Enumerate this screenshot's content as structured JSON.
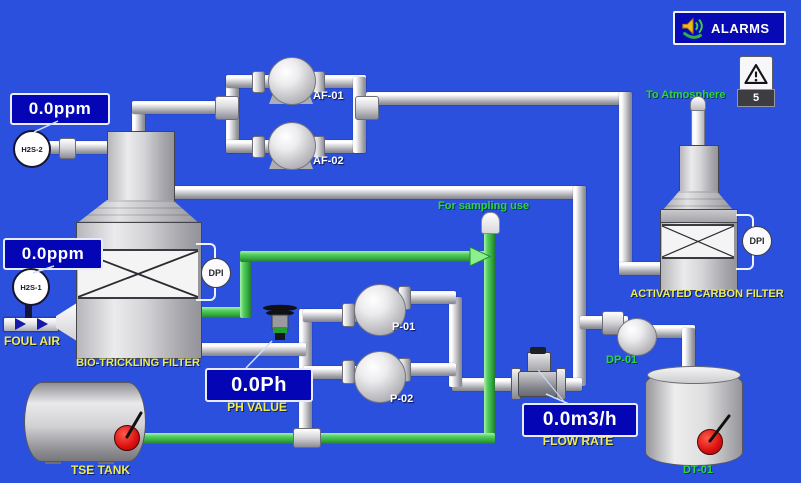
{
  "alarms": {
    "button_label": "ALARMS",
    "count": "5"
  },
  "sensors": {
    "h2s2": {
      "tag": "H2S-2",
      "value": "0.0ppm"
    },
    "h2s1": {
      "tag": "H2S-1",
      "value": "0.0ppm"
    },
    "ph": {
      "value": "0.0Ph",
      "label": "PH VALUE"
    },
    "flow": {
      "value": "0.0m3/h",
      "label": "FLOW RATE"
    }
  },
  "equipment": {
    "af01": {
      "label": "AF-01"
    },
    "af02": {
      "label": "AF-02"
    },
    "p01": {
      "label": "P-01"
    },
    "p02": {
      "label": "P-02"
    },
    "dp01": {
      "label": "DP-01"
    },
    "dt01": {
      "label": "DT-01"
    },
    "tse_tank": {
      "label": "TSE TANK"
    },
    "bio_filter": {
      "label": "BIO-TRICKLING FILTER",
      "dpi": "DPI"
    },
    "carbon_filter": {
      "label": "ACTIVATED CARBON FILTER",
      "dpi": "DPI"
    }
  },
  "annotations": {
    "foul_air": "FOUL AIR",
    "to_atmosphere": "To Atmosphere",
    "for_sampling": "For sampling use"
  },
  "colors": {
    "background": "#2b50dd",
    "display_bg": "#0406b6",
    "pipe_green": "#33a540",
    "label_yellow": "#eded4d",
    "label_green": "#2fd637",
    "alarm_red": "#d80f0f"
  }
}
